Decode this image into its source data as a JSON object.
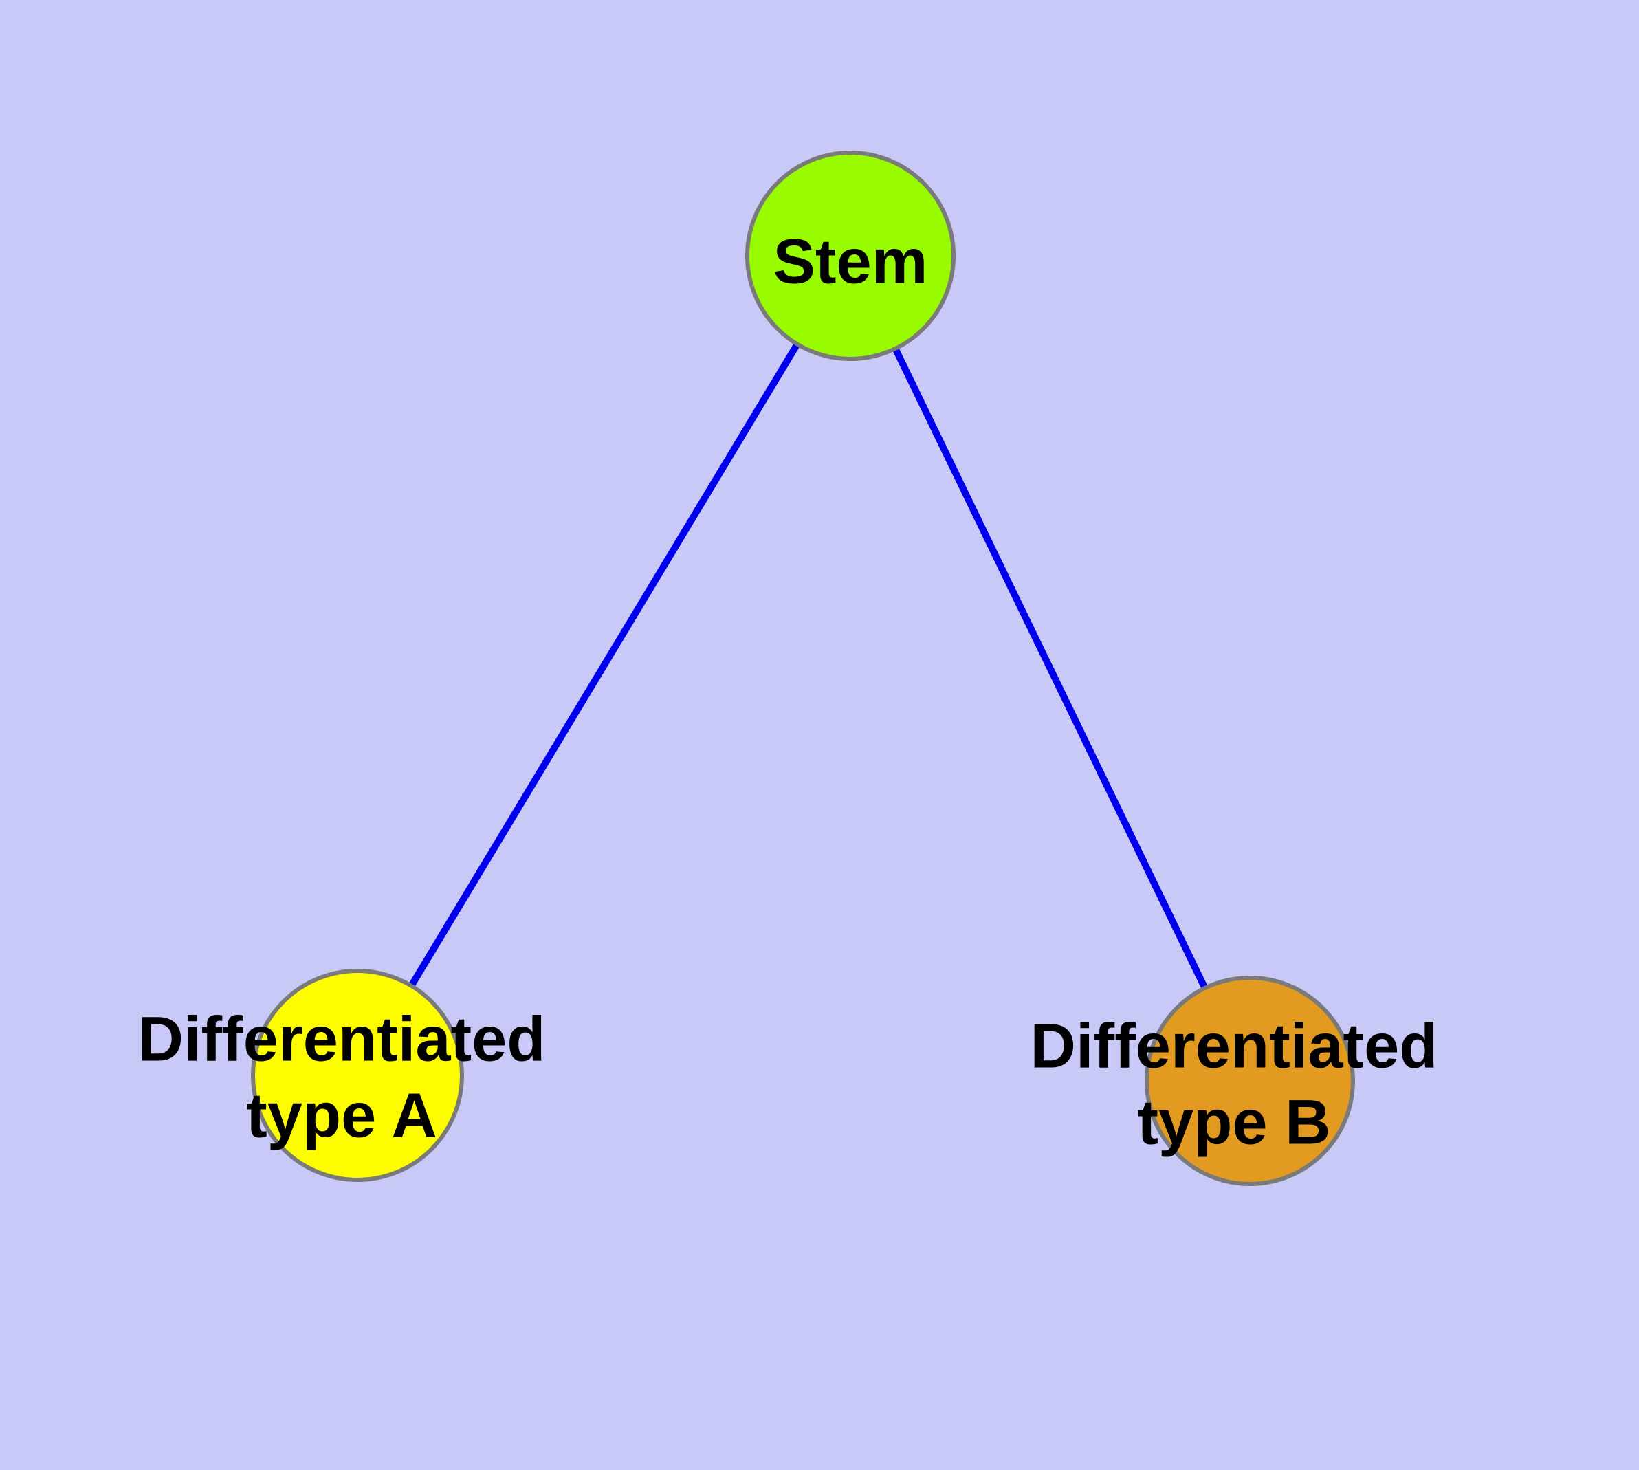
{
  "diagram": {
    "type": "node-link-graph",
    "background_color": "#c9c9f8",
    "node_border_color": "#7a7a7a",
    "edge_color": "#0000ee",
    "text_color": "#000000",
    "nodes": [
      {
        "id": "stem",
        "label": "Stem",
        "label_line1": "Stem",
        "label_line2": "",
        "color": "#99fb00"
      },
      {
        "id": "type-a",
        "label": "Differentiated type A",
        "label_line1": "Differentiated",
        "label_line2": "type A",
        "color": "#fdfd00"
      },
      {
        "id": "type-b",
        "label": "Differentiated type B",
        "label_line1": "Differentiated",
        "label_line2": "type B",
        "color": "#e29a20"
      }
    ],
    "edges": [
      {
        "from": "Stem",
        "to": "Differentiated type A"
      },
      {
        "from": "Stem",
        "to": "Differentiated type B"
      }
    ]
  }
}
